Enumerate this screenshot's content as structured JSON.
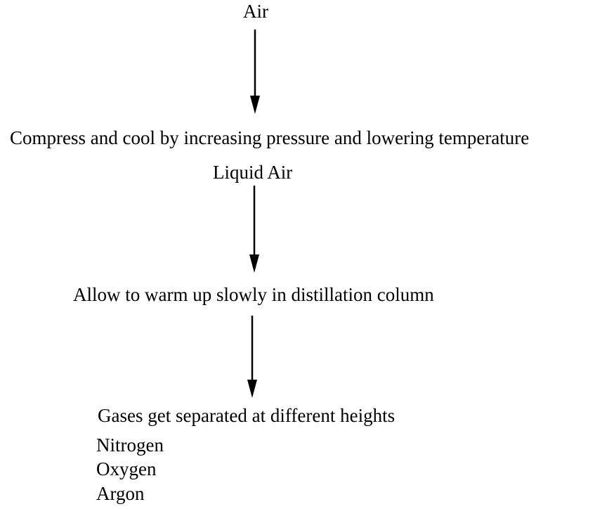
{
  "steps": {
    "start": "Air",
    "step1": "Compress and cool by increasing pressure and lowering temperature",
    "step2": "Liquid Air",
    "step3": "Allow to warm up slowly in distillation column",
    "step4": "Gases get separated at different heights"
  },
  "products": [
    "Nitrogen",
    "Oxygen",
    "Argon"
  ]
}
